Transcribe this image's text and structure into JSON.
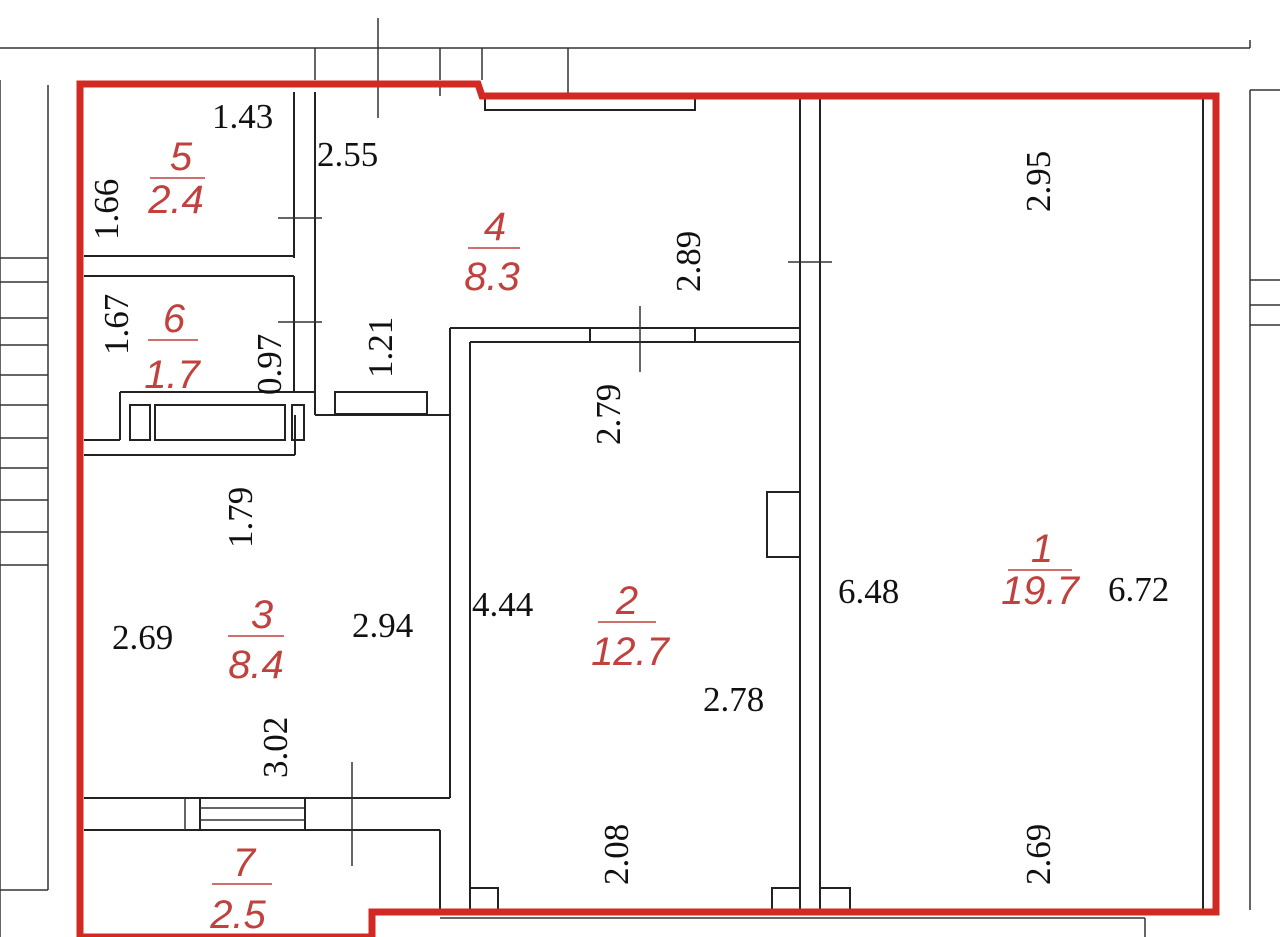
{
  "rooms": [
    {
      "id": "1",
      "number": "1",
      "area": "19.7"
    },
    {
      "id": "2",
      "number": "2",
      "area": "12.7"
    },
    {
      "id": "3",
      "number": "3",
      "area": "8.4"
    },
    {
      "id": "4",
      "number": "4",
      "area": "8.3"
    },
    {
      "id": "5",
      "number": "5",
      "area": "2.4"
    },
    {
      "id": "6",
      "number": "6",
      "area": "1.7"
    },
    {
      "id": "7",
      "number": "7",
      "area": "2.5"
    }
  ],
  "dimensions": {
    "d_1_43": "1.43",
    "d_2_55": "2.55",
    "d_1_66": "1.66",
    "d_2_89": "2.89",
    "d_2_95": "2.95",
    "d_1_67": "1.67",
    "d_0_97": "0.97",
    "d_1_21": "1.21",
    "d_2_79": "2.79",
    "d_1_79": "1.79",
    "d_4_44": "4.44",
    "d_6_48": "6.48",
    "d_6_72": "6.72",
    "d_2_69_left": "2.69",
    "d_2_94": "2.94",
    "d_2_78": "2.78",
    "d_3_02": "3.02",
    "d_2_08": "2.08",
    "d_2_69_right": "2.69"
  },
  "colors": {
    "outline": "#d22a22",
    "room_label": "#c0413d",
    "walls": "#222222"
  }
}
